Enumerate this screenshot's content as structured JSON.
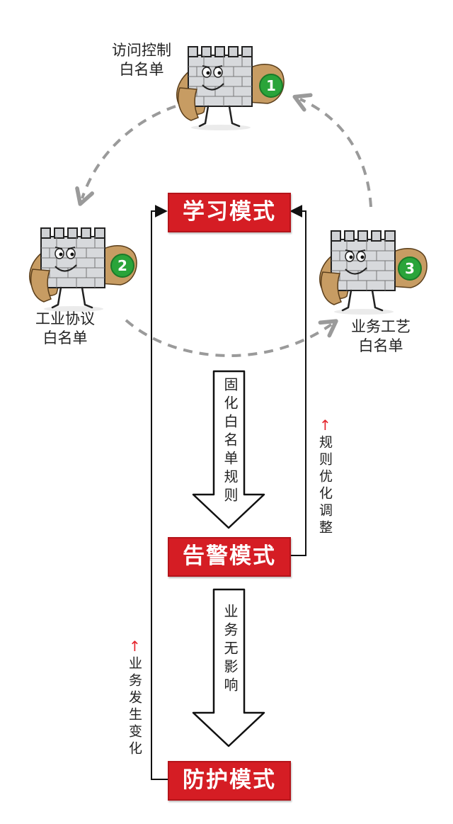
{
  "whitelists": [
    {
      "number": "1",
      "lines": [
        "访问控制",
        "白名单"
      ]
    },
    {
      "number": "2",
      "lines": [
        "工业协议",
        "白名单"
      ]
    },
    {
      "number": "3",
      "lines": [
        "业务工艺",
        "白名单"
      ]
    }
  ],
  "modes": {
    "learning": "学习模式",
    "alert": "告警模式",
    "protect": "防护模式"
  },
  "arrows": {
    "solidify": "固化白名单规则",
    "no_impact": "业务无影响"
  },
  "feedback": {
    "rule_adjust": "规则优化调整",
    "business_change": "业务发生变化",
    "arrow_glyph": "↑"
  },
  "colors": {
    "mode_red": "#d51d24",
    "badge_green": "#2aa43a",
    "dashed_gray": "#9a9a9a"
  }
}
